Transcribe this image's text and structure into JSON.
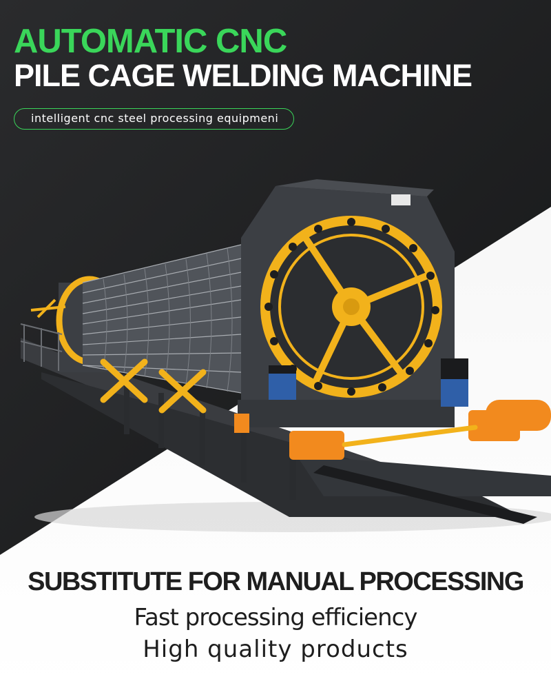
{
  "hero": {
    "headline_line1": "AUTOMATIC CNC",
    "headline_line2": "PILE CAGE WELDING MACHINE",
    "tagline": "intelligent cnc steel processing equipmeni"
  },
  "features": {
    "title": "SUBSTITUTE FOR MANUAL PROCESSING",
    "line1": "Fast processing efficiency",
    "line2": "High quality products"
  },
  "colors": {
    "accent_green": "#3ad65a",
    "dark_background": "#202122",
    "machine_yellow": "#f2b21b",
    "machine_orange": "#f28a1e",
    "frame_gray": "#3c3f44",
    "text_dark": "#1e1e1e"
  }
}
